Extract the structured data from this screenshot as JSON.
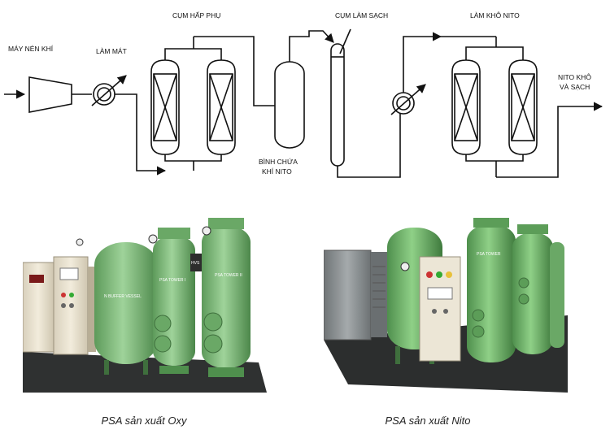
{
  "diagram": {
    "labels": {
      "compressor": "MÁY NÉN KHÍ",
      "cooling": "LÀM MÁT",
      "adsorption": "CỤM HẤP PHỤ",
      "cleaning": "CỤM LÀM SẠCH",
      "drying": "LÀM KHÔ NITO",
      "tank_line1": "BÌNH CHỨA",
      "tank_line2": "KHÍ NITO",
      "output_line1": "NITO KHÔ",
      "output_line2": "VÀ SẠCH"
    },
    "line_color": "#111111"
  },
  "photos": {
    "oxy": {
      "tank_label": "N BUFFER VESSEL",
      "tower1_label": "PSA TOWER I",
      "tower2_label": "PSA TOWER II",
      "badge": "HVS",
      "caption": "PSA sản xuất Oxy"
    },
    "nito": {
      "tower_label": "PSA TOWER",
      "caption": "PSA sản xuất Nito"
    },
    "colors": {
      "vessel_green": "#7fbf7a",
      "vessel_dark": "#4f8f4d",
      "panel_cream": "#ece6d6",
      "cabinet_gray": "#8d9294"
    }
  }
}
